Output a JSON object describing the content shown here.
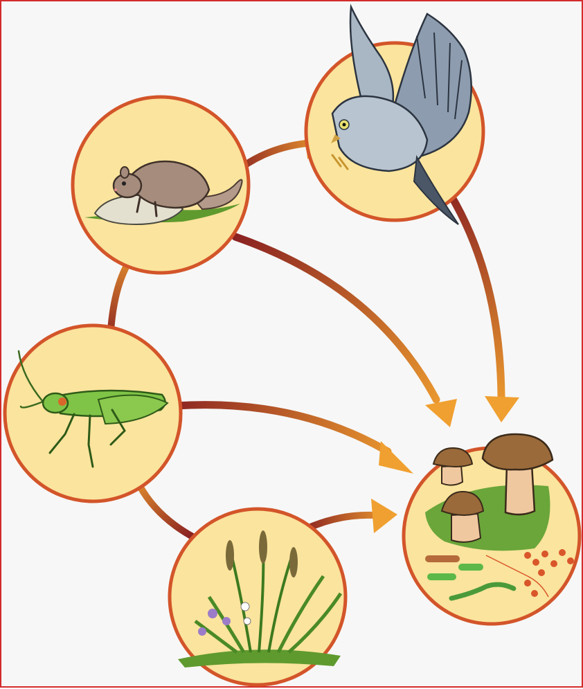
{
  "diagram": {
    "type": "food-web",
    "nodes": [
      {
        "id": "grass",
        "icon": "grass-flowers-icon"
      },
      {
        "id": "grasshopper",
        "icon": "grasshopper-icon"
      },
      {
        "id": "squirrel",
        "icon": "flying-squirrel-icon"
      },
      {
        "id": "owl",
        "icon": "owl-icon"
      },
      {
        "id": "decomposers",
        "icon": "mushrooms-bacteria-icon"
      }
    ],
    "links": [
      {
        "from": "grass",
        "to": "grasshopper"
      },
      {
        "from": "grass",
        "to": "decomposers"
      },
      {
        "from": "grasshopper",
        "to": "squirrel"
      },
      {
        "from": "grasshopper",
        "to": "decomposers"
      },
      {
        "from": "squirrel",
        "to": "owl"
      },
      {
        "from": "squirrel",
        "to": "decomposers"
      },
      {
        "from": "owl",
        "to": "decomposers"
      }
    ],
    "colors": {
      "circle_fill": "#fbe49d",
      "circle_stroke": "#d3552a",
      "arrow_start": "#8a2222",
      "arrow_end": "#f0a030",
      "frame": "#d42a2a"
    }
  }
}
